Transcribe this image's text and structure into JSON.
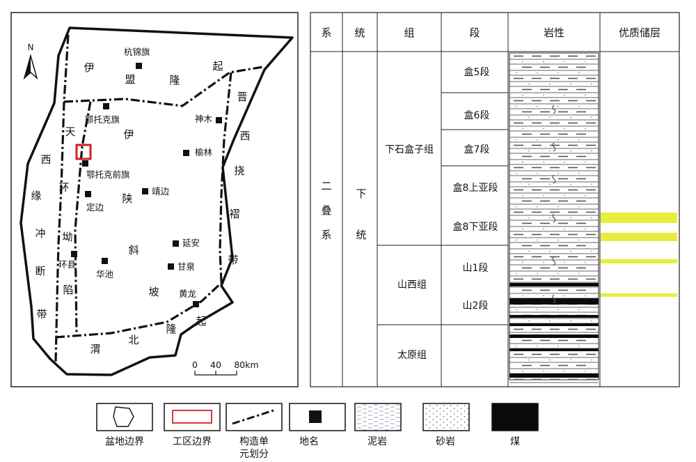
{
  "map": {
    "north_label": "N",
    "regions": {
      "yimeng_1": "伊",
      "yimeng_2": "盟",
      "yimeng_3": "隆",
      "yimeng_4": "起",
      "jinxi_1": "晋",
      "jinxi_2": "西",
      "jinxi_3": "挠",
      "jinxi_4": "褶",
      "jinxi_5": "带",
      "xiyuan_1": "西",
      "xiyuan_2": "缘",
      "xiyuan_3": "冲",
      "xiyuan_4": "断",
      "xiyuan_5": "带",
      "tianhuan_1": "天",
      "tianhuan_2": "环",
      "tianhuan_3": "坳",
      "tianhuan_4": "陷",
      "yishan_1": "伊",
      "yishan_2": "陕",
      "yishan_3": "斜",
      "yishan_4": "坡",
      "weibei_1": "渭",
      "weibei_2": "北",
      "weibei_3": "隆",
      "weibei_4": "起"
    },
    "places": {
      "hangjinqi": "杭锦旗",
      "etuokeqi": "鄂托克旗",
      "shenmu": "神木",
      "yulin": "榆林",
      "etuokeqianqi": "鄂托克前旗",
      "jingbian": "靖边",
      "dingbian": "定边",
      "yanan": "延安",
      "huanxian": "环县",
      "huachi": "华池",
      "ganquan": "甘泉",
      "huanglong": "黄龙"
    },
    "scale": {
      "t0": "0",
      "t1": "40",
      "t2": "80km"
    }
  },
  "column": {
    "headers": {
      "xi": "系",
      "tong": "统",
      "zu": "组",
      "duan": "段",
      "yanxing": "岩性",
      "youzhi": "优质储层"
    },
    "system": [
      "二",
      "叠",
      "系"
    ],
    "series": [
      "下",
      "统"
    ],
    "formations": {
      "xiashihezi": "下石盒子组",
      "shanxi": "山西组",
      "taiyuan": "太原组"
    },
    "members": {
      "he5": "盒5段",
      "he6": "盒6段",
      "he7": "盒7段",
      "he8s": "盒8上亚段",
      "he8x": "盒8下亚段",
      "shan1": "山1段",
      "shan2": "山2段"
    },
    "reservoir_color": "#e6ee3c"
  },
  "legend": {
    "basin": "盆地边界",
    "work": "工区边界",
    "tect_1": "构造单",
    "tect_2": "元划分",
    "place": "地名",
    "mud": "泥岩",
    "sand": "砂岩",
    "coal": "煤"
  },
  "colors": {
    "work_area": "#d6202a",
    "ink": "#111111"
  }
}
